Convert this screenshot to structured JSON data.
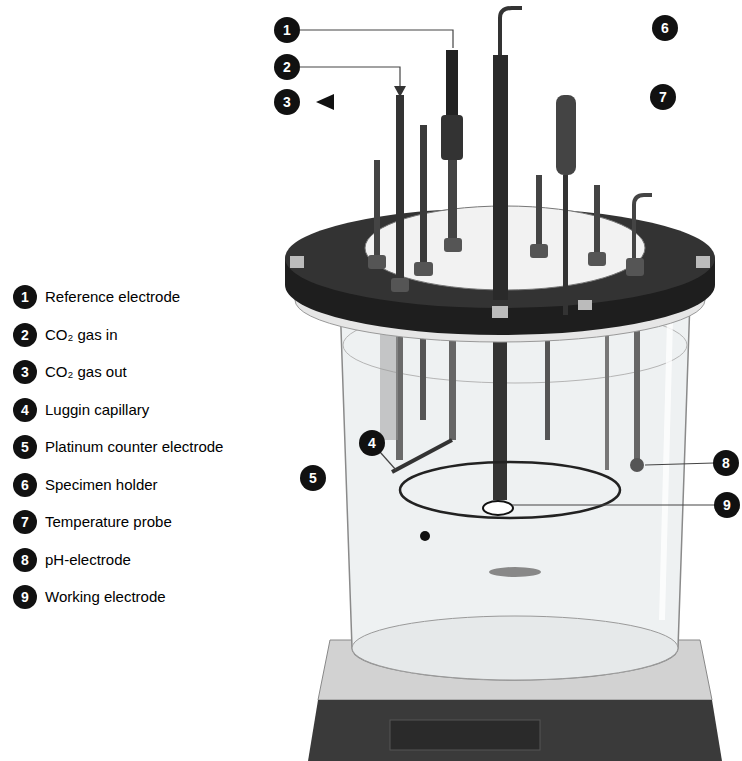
{
  "diagram": {
    "nodes": [
      {
        "text": [
          "1"
        ]
      },
      {
        "text": [
          "6"
        ]
      },
      {
        "text": [
          "2"
        ]
      },
      {
        "text": [
          "7"
        ]
      },
      {
        "text": [
          "3"
        ]
      },
      {
        "text": [
          "1",
          "Reference electrode"
        ]
      },
      {
        "text": [
          "2",
          "CO₂ gas in"
        ]
      },
      {
        "text": [
          "3",
          "CO₂ gas out"
        ]
      },
      {
        "text": [
          "4",
          "Luggin capillary"
        ]
      },
      {
        "text": [
          "5",
          "Platinum counter electrode"
        ]
      },
      {
        "text": [
          "6",
          "Specimen holder"
        ]
      },
      {
        "text": [
          "7",
          "Temperature probe"
        ]
      },
      {
        "text": [
          "8",
          "pH-electrode"
        ]
      },
      {
        "text": [
          "9",
          "Working electrode"
        ]
      },
      {
        "text": [
          "4"
        ]
      },
      {
        "text": [
          "5"
        ]
      },
      {
        "text": [
          "8"
        ]
      },
      {
        "text": [
          "9"
        ]
      }
    ]
  }
}
